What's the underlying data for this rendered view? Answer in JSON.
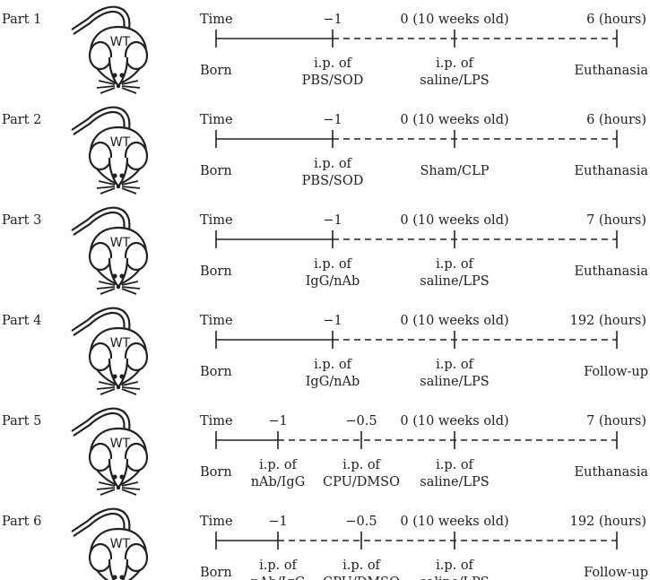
{
  "mouse_label": "WT",
  "parts": [
    {
      "label": "Part 1",
      "time_label": "Time",
      "born_label": "Born",
      "end_top": "6 (hours)",
      "end_bottom": [
        "Euthanasia"
      ],
      "marks": [
        {
          "top": "−1",
          "bottom": [
            "i.p. of",
            "PBS/SOD"
          ]
        },
        {
          "top": "0 (10 weeks old)",
          "bottom": [
            "i.p. of",
            "saline/LPS"
          ]
        }
      ]
    },
    {
      "label": "Part 2",
      "time_label": "Time",
      "born_label": "Born",
      "end_top": "6 (hours)",
      "end_bottom": [
        "Euthanasia"
      ],
      "marks": [
        {
          "top": "−1",
          "bottom": [
            "i.p. of",
            "PBS/SOD"
          ]
        },
        {
          "top": "0 (10 weeks old)",
          "bottom": [
            "Sham/CLP"
          ]
        }
      ]
    },
    {
      "label": "Part 3",
      "time_label": "Time",
      "born_label": "Born",
      "end_top": "7 (hours)",
      "end_bottom": [
        "Euthanasia"
      ],
      "marks": [
        {
          "top": "−1",
          "bottom": [
            "i.p. of",
            "IgG/nAb"
          ]
        },
        {
          "top": "0 (10 weeks old)",
          "bottom": [
            "i.p. of",
            "saline/LPS"
          ]
        }
      ]
    },
    {
      "label": "Part 4",
      "time_label": "Time",
      "born_label": "Born",
      "end_top": "192 (hours)",
      "end_bottom": [
        "Follow-up"
      ],
      "marks": [
        {
          "top": "−1",
          "bottom": [
            "i.p. of",
            "IgG/nAb"
          ]
        },
        {
          "top": "0 (10 weeks old)",
          "bottom": [
            "i.p. of",
            "saline/LPS"
          ]
        }
      ]
    },
    {
      "label": "Part 5",
      "time_label": "Time",
      "born_label": "Born",
      "end_top": "7 (hours)",
      "end_bottom": [
        "Euthanasia"
      ],
      "marks": [
        {
          "top": "−1",
          "bottom": [
            "i.p. of",
            "nAb/IgG"
          ]
        },
        {
          "top": "−0.5",
          "bottom": [
            "i.p. of",
            "CPU/DMSO"
          ]
        },
        {
          "top": "0 (10 weeks old)",
          "bottom": [
            "i.p. of",
            "saline/LPS"
          ]
        }
      ]
    },
    {
      "label": "Part 6",
      "time_label": "Time",
      "born_label": "Born",
      "end_top": "192 (hours)",
      "end_bottom": [
        "Follow-up"
      ],
      "marks": [
        {
          "top": "−1",
          "bottom": [
            "i.p. of",
            "nAb/IgG"
          ]
        },
        {
          "top": "−0.5",
          "bottom": [
            "i.p. of",
            "CPU/DMSO"
          ]
        },
        {
          "top": "0 (10 weeks old)",
          "bottom": [
            "i.p. of",
            "saline/LPS"
          ]
        }
      ]
    }
  ]
}
